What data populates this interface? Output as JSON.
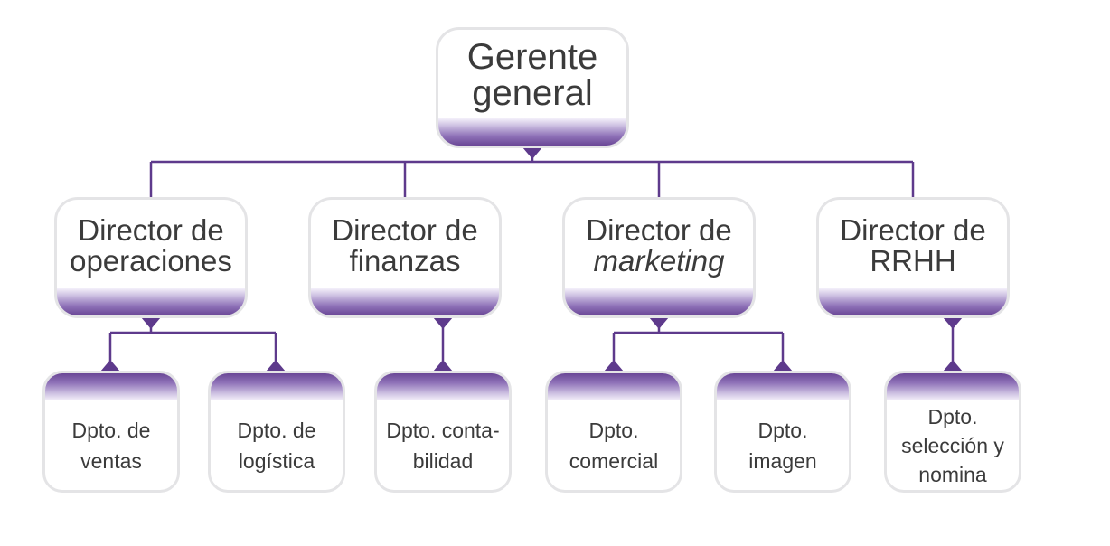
{
  "org_chart": {
    "colors": {
      "accent": "#5e3a8c",
      "connector": "#5e3a8c",
      "box_border": "#e4e4e6"
    },
    "root": {
      "lines": [
        "Gerente",
        "general"
      ]
    },
    "directors": [
      {
        "line1": "Director de",
        "line2": "operaciones"
      },
      {
        "line1": "Director de",
        "line2": "finanzas"
      },
      {
        "line1": "Director de",
        "line2": "marketing"
      },
      {
        "line1": "Director de",
        "line2": "RRHH"
      }
    ],
    "departments": [
      {
        "lines": [
          "Dpto. de",
          "ventas"
        ]
      },
      {
        "lines": [
          "Dpto. de",
          "logística"
        ]
      },
      {
        "lines": [
          "Dpto. conta-",
          "bilidad"
        ]
      },
      {
        "lines": [
          "Dpto.",
          "comercial"
        ]
      },
      {
        "lines": [
          "Dpto.",
          "imagen"
        ]
      },
      {
        "lines": [
          "Dpto.",
          "selección y",
          "nomina"
        ]
      }
    ]
  }
}
